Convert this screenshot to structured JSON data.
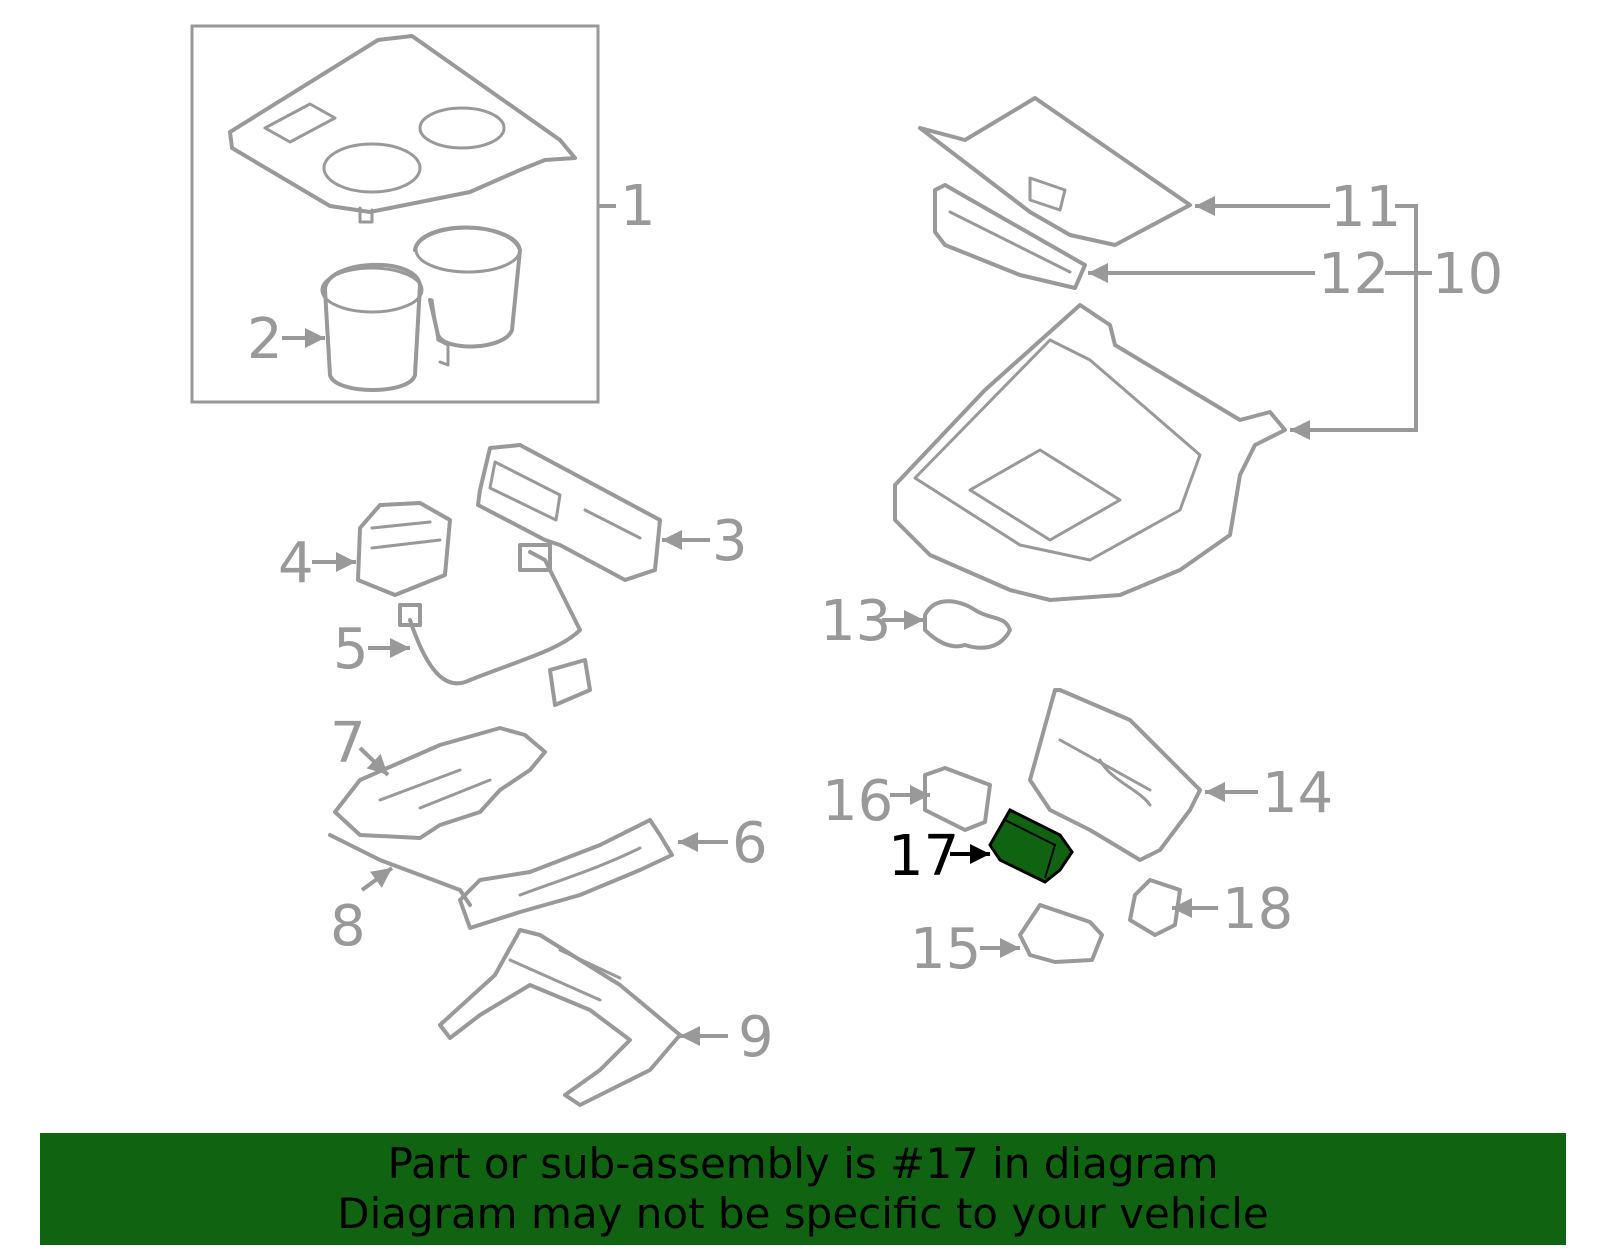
{
  "callouts": {
    "c1": "1",
    "c2": "2",
    "c3": "3",
    "c4": "4",
    "c5": "5",
    "c6": "6",
    "c7": "7",
    "c8": "8",
    "c9": "9",
    "c10": "10",
    "c11": "11",
    "c12": "12",
    "c13": "13",
    "c14": "14",
    "c15": "15",
    "c16": "16",
    "c17": "17",
    "c18": "18"
  },
  "highlight": {
    "part": "17",
    "color": "#106310"
  },
  "colors": {
    "line_art": "#999999",
    "banner": "#106310",
    "text": "#000000"
  },
  "banner": {
    "line1": "Part or sub-assembly is #17 in diagram",
    "line2": "Diagram may not be specific to your vehicle"
  }
}
